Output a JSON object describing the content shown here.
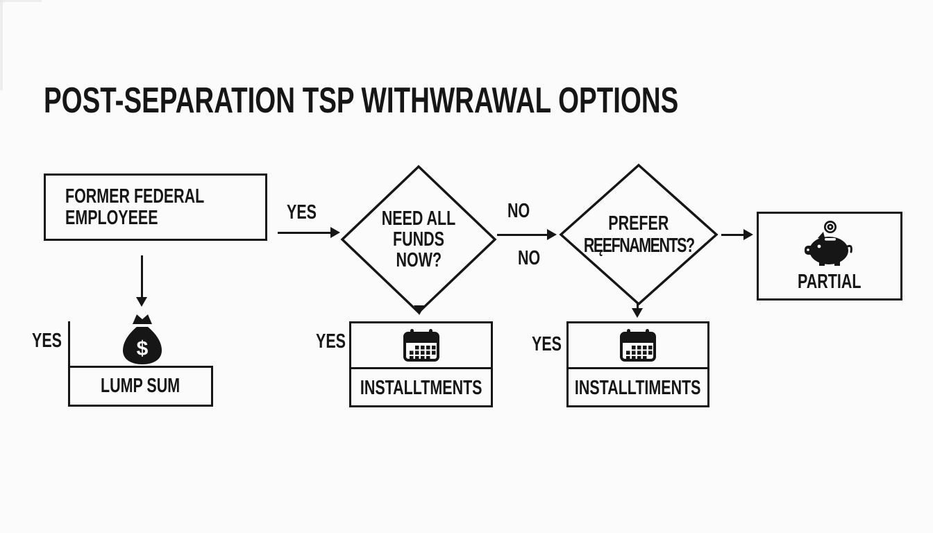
{
  "title": "POST-SEPARATION TSP WITHWRAWAL OPTIONS",
  "colors": {
    "ink": "#161616",
    "background": "#fbfbfb"
  },
  "nodes": {
    "employee": {
      "line1": "FORMER FEDERAL",
      "line2": "EMPLOYEEE"
    },
    "need_funds": {
      "line1": "NEED ALL",
      "line2": "FUNDS",
      "line3": "NOW?"
    },
    "prefer_payments": {
      "line1": "PREFER",
      "line2": "RĘEFNAMENTS?"
    },
    "lump_sum": {
      "label": "LUMP SUM",
      "icon": "money-bag-icon"
    },
    "installments_first": {
      "label": "INSTALLTMENTS",
      "icon": "calendar-icon"
    },
    "installments_second": {
      "label": "INSTALLTIMENTS",
      "icon": "calendar-icon"
    },
    "partial": {
      "label": "PARTIAL",
      "icon": "piggy-bank-icon"
    }
  },
  "edge_labels": {
    "employee_to_need_funds": "YES",
    "need_funds_to_prefer_top": "NO",
    "need_funds_to_prefer_bottom": "NO",
    "employee_down": "YES",
    "need_funds_down": "YES",
    "prefer_down": "YES"
  }
}
